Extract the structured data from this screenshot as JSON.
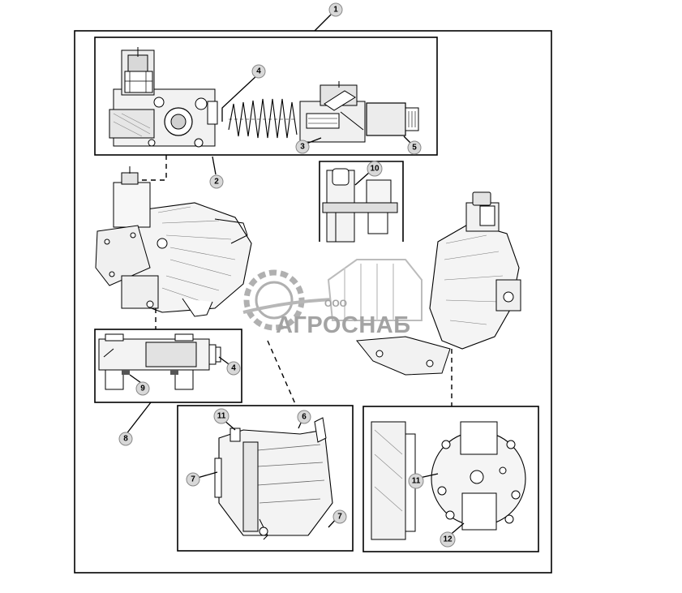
{
  "watermark": {
    "company_prefix": "ООО",
    "company_name": "АГРОСНАБ"
  },
  "part_markers": [
    {
      "id": "c1",
      "label": "1"
    },
    {
      "id": "c2",
      "label": "2"
    },
    {
      "id": "c3",
      "label": "3"
    },
    {
      "id": "c4a",
      "label": "4"
    },
    {
      "id": "c4b",
      "label": "4"
    },
    {
      "id": "c5",
      "label": "5"
    },
    {
      "id": "c6",
      "label": "6"
    },
    {
      "id": "c7a",
      "label": "7"
    },
    {
      "id": "c7b",
      "label": "7"
    },
    {
      "id": "c8",
      "label": "8"
    },
    {
      "id": "c9",
      "label": "9"
    },
    {
      "id": "c10",
      "label": "10"
    },
    {
      "id": "c11a",
      "label": "11"
    },
    {
      "id": "c11b",
      "label": "11"
    },
    {
      "id": "c12",
      "label": "12"
    }
  ]
}
